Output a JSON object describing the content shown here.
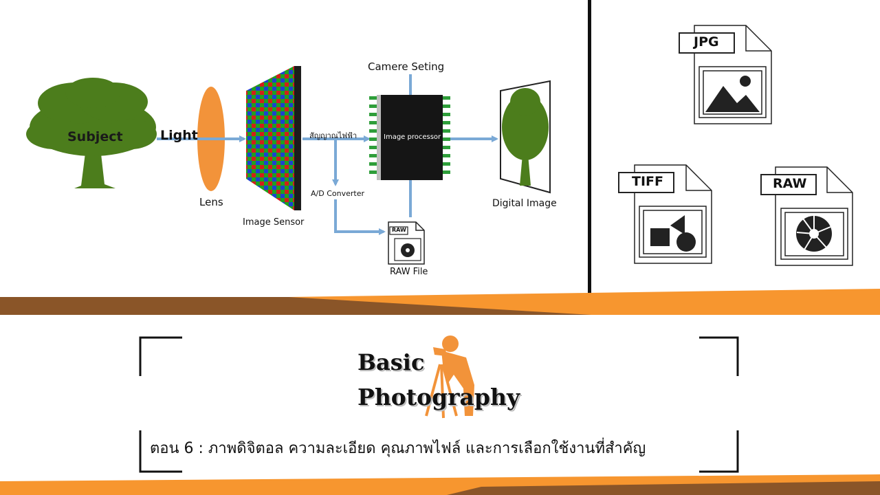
{
  "diagram": {
    "subject_label": "Subject",
    "light_label": "Light",
    "lens_label": "Lens",
    "image_sensor_label": "Image Sensor",
    "signal_label": "สัญญาณไฟฟ้า",
    "ad_converter_label": "A/D Converter",
    "camera_setting_label": "Camere Seting",
    "image_processor_label": "Image processor",
    "raw_file_label": "RAW File",
    "raw_file_tag": "RAW",
    "digital_image_label": "Digital Image"
  },
  "file_types": [
    {
      "tag": "JPG",
      "icon": "landscape-picture-icon"
    },
    {
      "tag": "TIFF",
      "icon": "shapes-icon"
    },
    {
      "tag": "RAW",
      "icon": "aperture-icon"
    }
  ],
  "banner": {
    "logo_line1": "Basic",
    "logo_line2": "Photography",
    "episode_title": "ตอน 6 : ภาพดิจิตอล ความละเอียด คุณภาพไฟล์ และการเลือกใช้งานที่สำคัญ"
  },
  "colors": {
    "accent_orange": "#f7962f",
    "accent_brown": "#8a5528",
    "arrow_blue": "#7aa9d6",
    "tree_green": "#4c7d1c"
  }
}
